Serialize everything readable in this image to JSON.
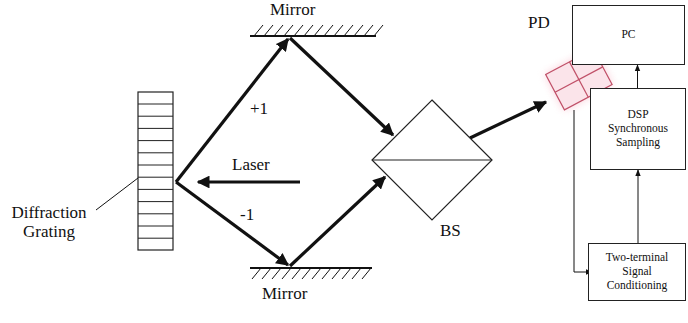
{
  "diagram": {
    "nodes": [
      {
        "text": [
          "PC"
        ]
      },
      {
        "text": [
          "DSP Synchronous Sampling"
        ]
      },
      {
        "text": [
          "Two-terminal Signal Conditioning"
        ]
      }
    ],
    "edges": [
      {
        "from": 2,
        "to": 1,
        "arrow": "to"
      },
      {
        "from": 1,
        "to": 0,
        "arrow": "to"
      }
    ],
    "labels": [
      "Mirror",
      "PD",
      "+1",
      "Laser",
      "-1",
      "Diffraction Grating",
      "BS",
      "Mirror"
    ]
  }
}
